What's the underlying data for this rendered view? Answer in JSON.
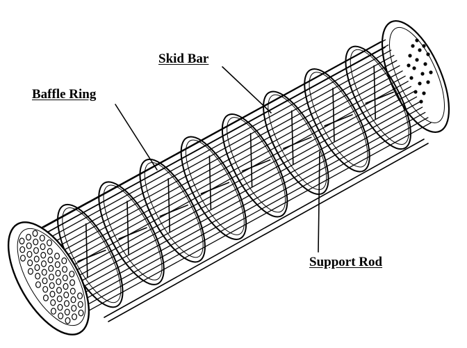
{
  "labels": {
    "baffle_ring": "Baffle Ring",
    "skid_bar": "Skid Bar",
    "support_rod": "Support Rod"
  },
  "colors": {
    "line": "#000000",
    "background": "#ffffff"
  }
}
